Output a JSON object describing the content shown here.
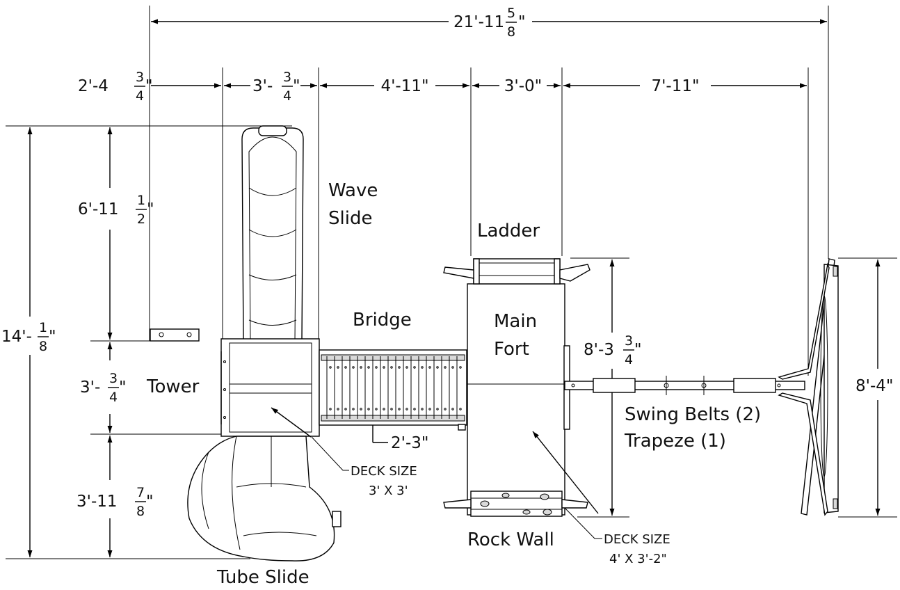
{
  "dimensions": {
    "overall_width": {
      "main": "21'-11",
      "num": "5",
      "den": "8",
      "unit": "\""
    },
    "seg1": {
      "main": "2'-4",
      "num": "3",
      "den": "4",
      "unit": "\""
    },
    "seg2": {
      "main": "3'-",
      "num": "3",
      "den": "4",
      "unit": "\""
    },
    "seg3": {
      "main": "4'-11\""
    },
    "seg4": {
      "main": "3'-0\""
    },
    "seg5": {
      "main": "7'-11\""
    },
    "overall_height": {
      "main": "14'-",
      "num": "1",
      "den": "8",
      "unit": "\""
    },
    "wave_slide_len": {
      "main": "6'-11",
      "num": "1",
      "den": "2",
      "unit": "\""
    },
    "tower_depth": {
      "main": "3'-",
      "num": "3",
      "den": "4",
      "unit": "\""
    },
    "tube_slide_len": {
      "main": "3'-11",
      "num": "7",
      "den": "8",
      "unit": "\""
    },
    "fort_depth": {
      "main": "8'-3",
      "num": "3",
      "den": "4",
      "unit": "\""
    },
    "swing_width": {
      "main": "8'-4\""
    },
    "bridge_width": {
      "main": "2'-3\""
    }
  },
  "labels": {
    "wave_slide_1": "Wave",
    "wave_slide_2": "Slide",
    "ladder": "Ladder",
    "bridge": "Bridge",
    "main_fort_1": "Main",
    "main_fort_2": "Fort",
    "tower": "Tower",
    "swing_belts": "Swing Belts (2)",
    "trapeze": "Trapeze (1)",
    "rock_wall": "Rock Wall",
    "tube_slide": "Tube Slide"
  },
  "notes": {
    "deck1_line1": "DECK SIZE",
    "deck1_line2": "3' X 3'",
    "deck2_line1": "DECK SIZE",
    "deck2_line2": "4' X 3'-2\""
  }
}
